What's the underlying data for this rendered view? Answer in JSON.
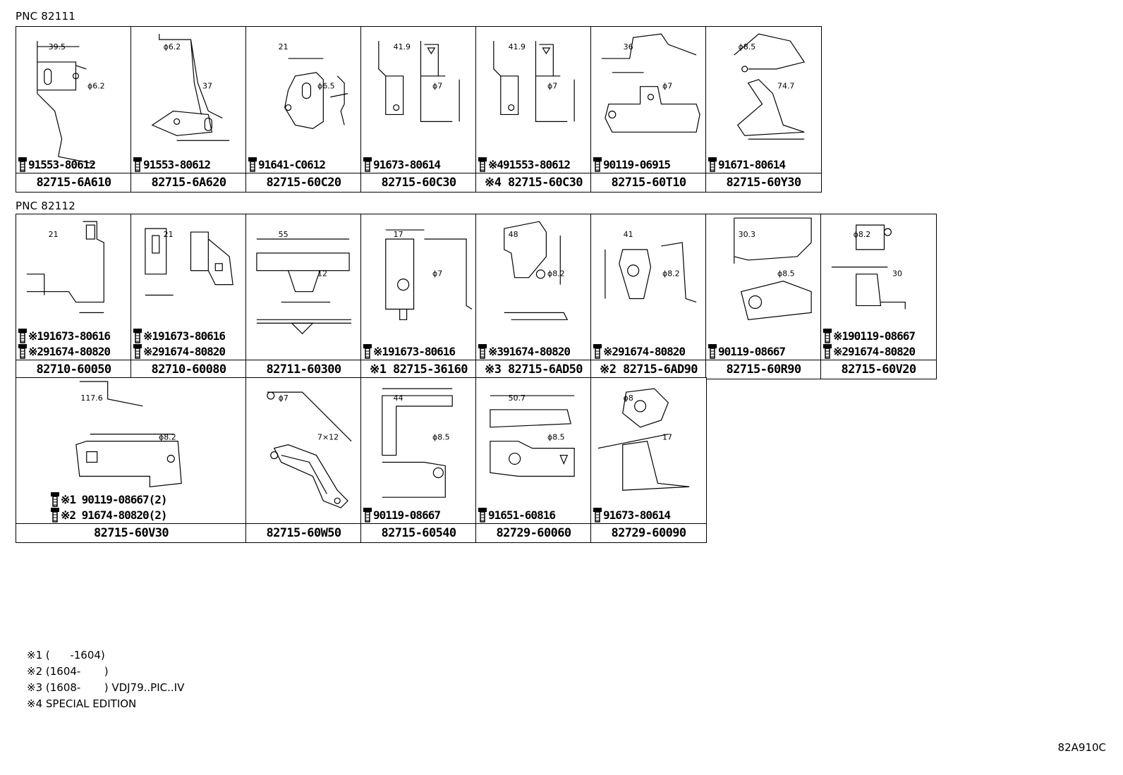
{
  "pnc": [
    "PNC 82111",
    "PNC 82112"
  ],
  "cells": [
    {
      "part": "82715-6A610",
      "bolts": [
        "91553-80612"
      ],
      "dims": [
        "39.5",
        "ϕ6.2"
      ]
    },
    {
      "part": "82715-6A620",
      "bolts": [
        "91553-80612"
      ],
      "dims": [
        "ϕ6.2",
        "37"
      ]
    },
    {
      "part": "82715-60C20",
      "bolts": [
        "91641-C0612"
      ],
      "dims": [
        "21",
        "ϕ6.5"
      ]
    },
    {
      "part": "82715-60C30",
      "bolts": [
        "91673-80614"
      ],
      "dims": [
        "41.9",
        "ϕ7"
      ]
    },
    {
      "part": "※4 82715-60C30",
      "bolts": [
        "※491553-80612"
      ],
      "dims": [
        "41.9",
        "ϕ7"
      ]
    },
    {
      "part": "82715-60T10",
      "bolts": [
        "90119-06915"
      ],
      "dims": [
        "36",
        "ϕ7"
      ]
    },
    {
      "part": "82715-60Y30",
      "bolts": [
        "91671-80614"
      ],
      "dims": [
        "ϕ8.5",
        "74.7"
      ]
    },
    {
      "part": "82710-60050",
      "bolts": [
        "※191673-80616",
        "※291674-80820"
      ],
      "dims": [
        "21"
      ]
    },
    {
      "part": "82710-60080",
      "bolts": [
        "※191673-80616",
        "※291674-80820"
      ],
      "dims": [
        "21"
      ]
    },
    {
      "part": "82711-60300",
      "bolts": [],
      "dims": [
        "55",
        "12"
      ]
    },
    {
      "part": "※1 82715-36160",
      "bolts": [
        "※191673-80616"
      ],
      "dims": [
        "17",
        "ϕ7"
      ]
    },
    {
      "part": "※3 82715-6AD50",
      "bolts": [
        "※391674-80820"
      ],
      "dims": [
        "48",
        "ϕ8.2"
      ]
    },
    {
      "part": "※2 82715-6AD90",
      "bolts": [
        "※291674-80820"
      ],
      "dims": [
        "41",
        "ϕ8.2"
      ]
    },
    {
      "part": "82715-60R90",
      "bolts": [
        "90119-08667"
      ],
      "dims": [
        "30.3",
        "ϕ8.5"
      ]
    },
    {
      "part": "82715-60V20",
      "bolts": [
        "※190119-08667",
        "※291674-80820"
      ],
      "dims": [
        "ϕ8.2",
        "30"
      ]
    },
    {
      "part": "82715-60V30",
      "bolts": [
        "※1 90119-08667(2)",
        "※2 91674-80820(2)"
      ],
      "dims": [
        "117.6",
        "ϕ8.2"
      ]
    },
    {
      "part": "82715-60W50",
      "bolts": [],
      "dims": [
        "ϕ7",
        "7×12"
      ]
    },
    {
      "part": "82715-60540",
      "bolts": [
        "90119-08667"
      ],
      "dims": [
        "44",
        "ϕ8.5"
      ]
    },
    {
      "part": "82729-60060",
      "bolts": [
        "91651-60816"
      ],
      "dims": [
        "50.7",
        "ϕ8.5"
      ]
    },
    {
      "part": "82729-60090",
      "bolts": [
        "91673-80614"
      ],
      "dims": [
        "ϕ8",
        "17"
      ]
    }
  ],
  "notes": [
    "※1 (      -1604)",
    "※2 (1604-       )",
    "※3 (1608-       ) VDJ79..PIC..IV",
    "※4 SPECIAL EDITION"
  ],
  "code": "82A910C"
}
